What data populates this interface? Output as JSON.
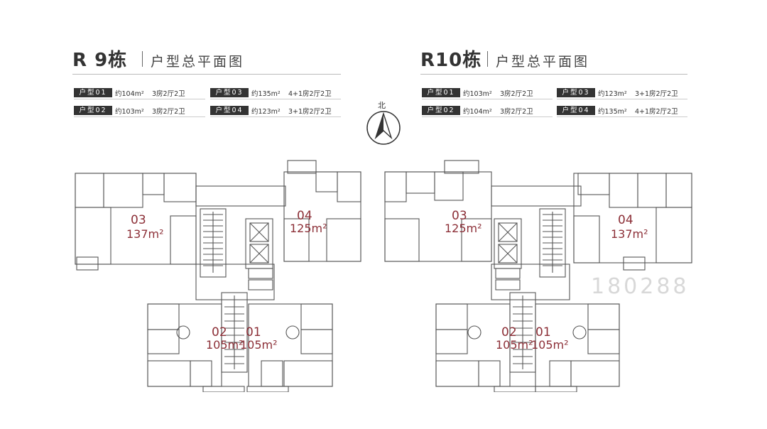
{
  "buildings": [
    {
      "name": "R 9栋",
      "subtitle": "户型总平面图",
      "units": [
        {
          "tag": "户型01",
          "area": "约104m²",
          "rooms": "3房2厅2卫"
        },
        {
          "tag": "户型03",
          "area": "约135m²",
          "rooms": "4+1房2厅2卫"
        },
        {
          "tag": "户型02",
          "area": "约103m²",
          "rooms": "3房2厅2卫"
        },
        {
          "tag": "户型04",
          "area": "约123m²",
          "rooms": "3+1房2厅2卫"
        }
      ],
      "plan_labels": [
        {
          "id": "03",
          "area": "137m²"
        },
        {
          "id": "04",
          "area": "125m²"
        },
        {
          "id": "02",
          "area": "105m²"
        },
        {
          "id": "01",
          "area": "105m²"
        }
      ]
    },
    {
      "name": "R10栋",
      "subtitle": "户型总平面图",
      "units": [
        {
          "tag": "户型01",
          "area": "约103m²",
          "rooms": "3房2厅2卫"
        },
        {
          "tag": "户型03",
          "area": "约123m²",
          "rooms": "3+1房2厅2卫"
        },
        {
          "tag": "户型02",
          "area": "约104m²",
          "rooms": "3房2厅2卫"
        },
        {
          "tag": "户型04",
          "area": "约135m²",
          "rooms": "4+1房2厅2卫"
        }
      ],
      "plan_labels": [
        {
          "id": "03",
          "area": "125m²"
        },
        {
          "id": "04",
          "area": "137m²"
        },
        {
          "id": "02",
          "area": "105m²"
        },
        {
          "id": "01",
          "area": "105m²"
        }
      ]
    }
  ],
  "compass": {
    "label": "北"
  },
  "watermark": {
    "text": "180288"
  }
}
